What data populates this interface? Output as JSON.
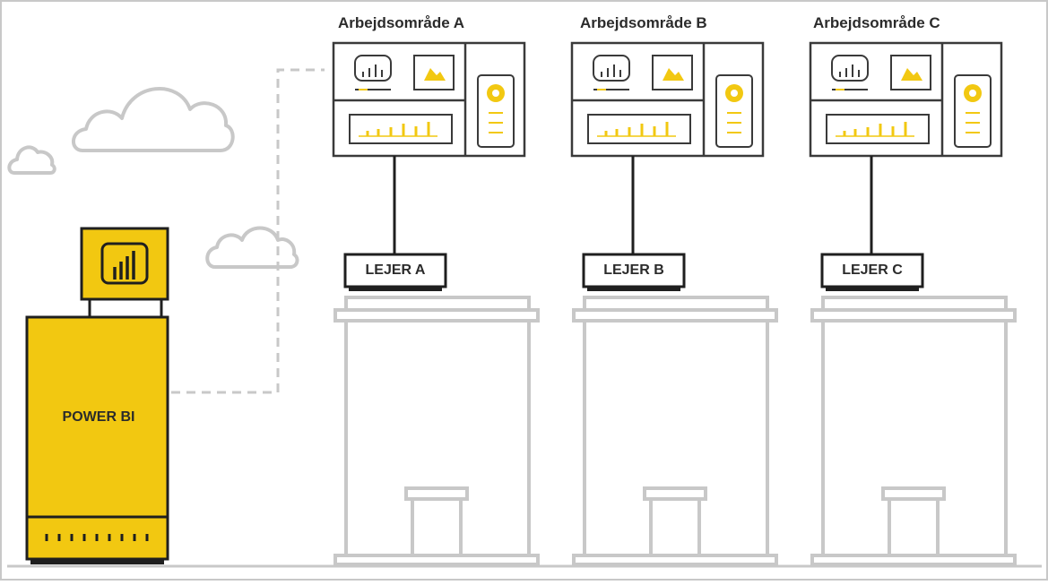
{
  "platform": {
    "label": "POWER BI",
    "icon": "power-bi-icon",
    "colors": {
      "fill": "#F2C811",
      "stroke": "#1f1f1f",
      "accent": "#F2C811",
      "outline": "#c8c8c8"
    }
  },
  "workspaces": [
    {
      "title": "Arbejdsområde A",
      "tenant_label": "LEJER A"
    },
    {
      "title": "Arbejdsområde B",
      "tenant_label": "LEJER B"
    },
    {
      "title": "Arbejdsområde C",
      "tenant_label": "LEJER C"
    }
  ],
  "decorations": {
    "clouds": [
      "cloud-icon",
      "cloud-icon",
      "cloud-icon"
    ],
    "building": "building-icon"
  }
}
